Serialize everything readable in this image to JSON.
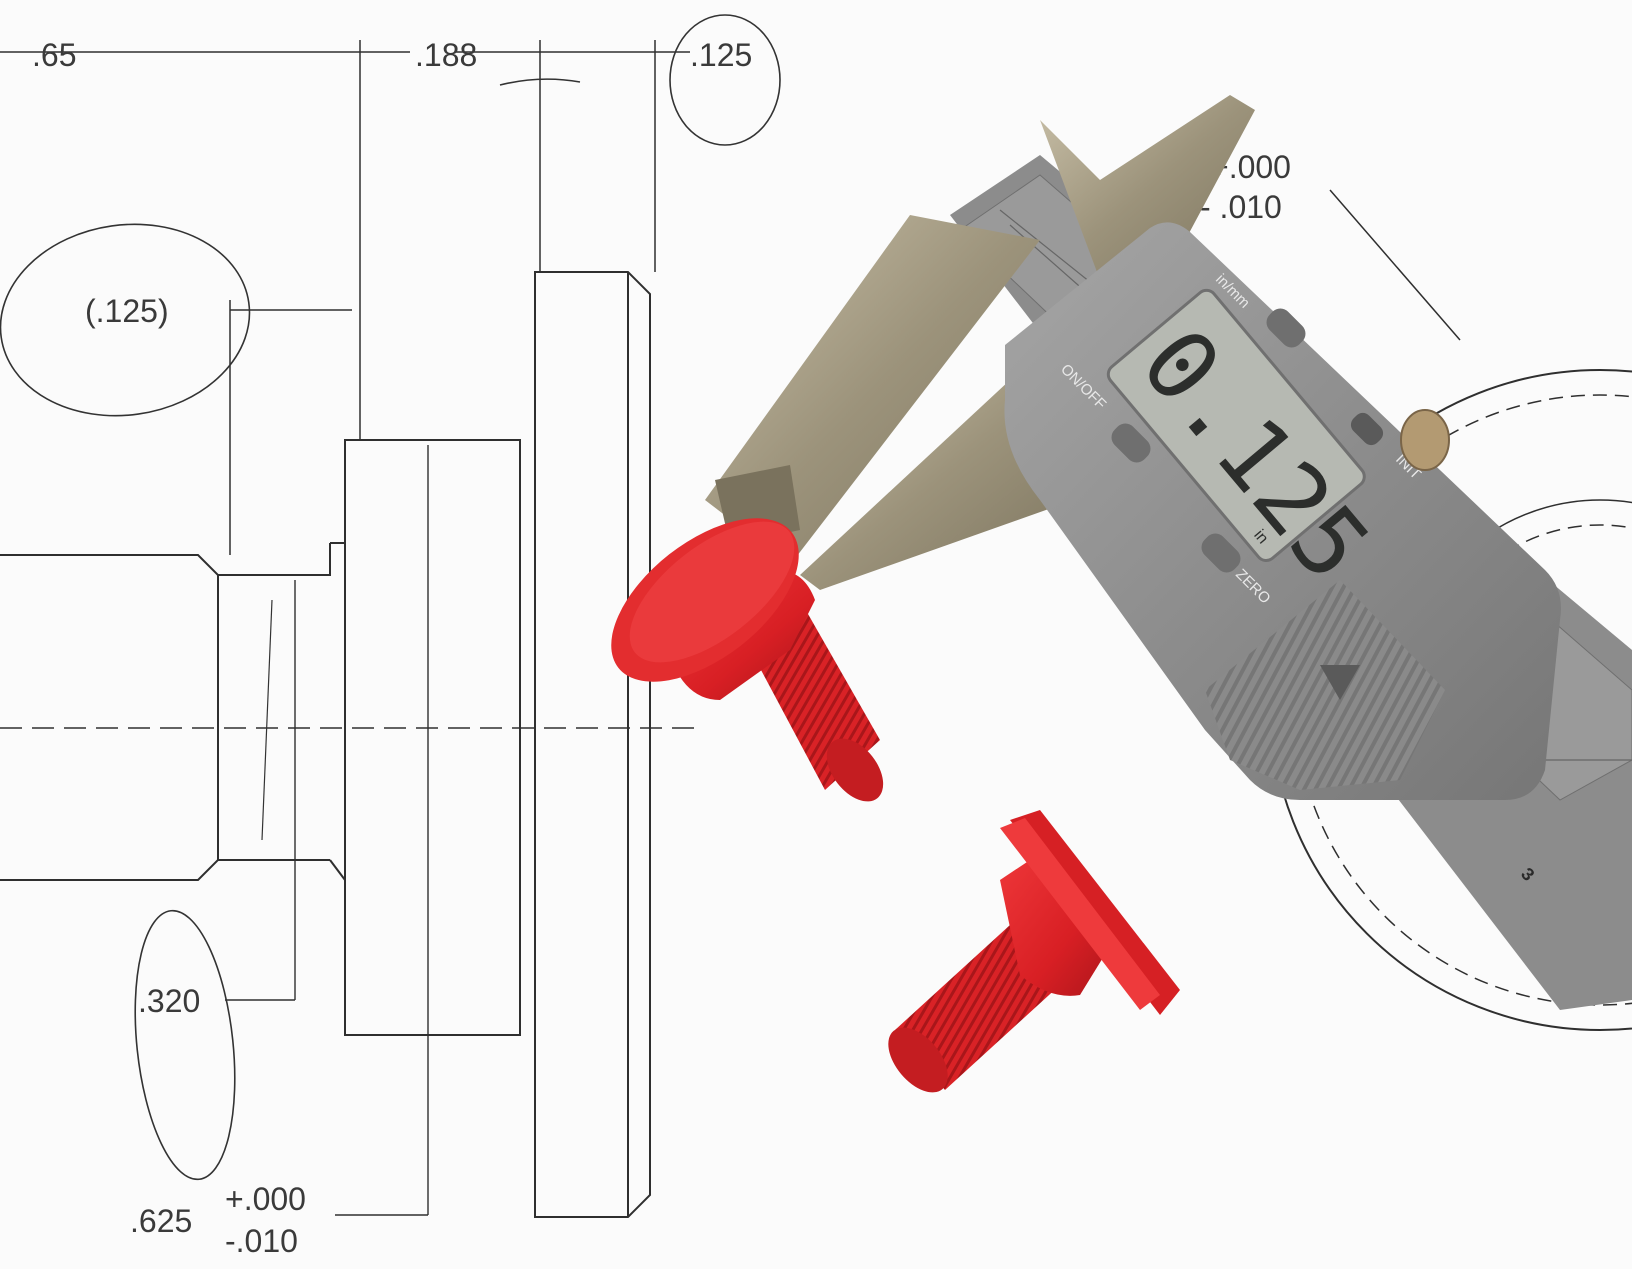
{
  "drawing": {
    "dim_065": ".65",
    "dim_0188": ".188",
    "dim_0125_top": ".125",
    "dim_0125_paren": "(.125)",
    "dim_0320": ".320",
    "dim_0625": ".625",
    "tol_plus_bottom": "+.000",
    "tol_minus_bottom": "-.010",
    "tol_plus_top": "+.000",
    "tol_minus_top": "- .010"
  },
  "caliper": {
    "display_value": "0.125",
    "display_unit": "in",
    "btn_inmm": "in/mm",
    "btn_onoff": "ON/OFF",
    "btn_zero": "ZERO",
    "btn_init": "INIT",
    "scale_mark": "3"
  },
  "colors": {
    "paper": "#fbfbfb",
    "line": "#2f2f2f",
    "caliper_body": "#8f8f8f",
    "jaw_metal": "#a89f88",
    "red_part": "#e0262a"
  }
}
